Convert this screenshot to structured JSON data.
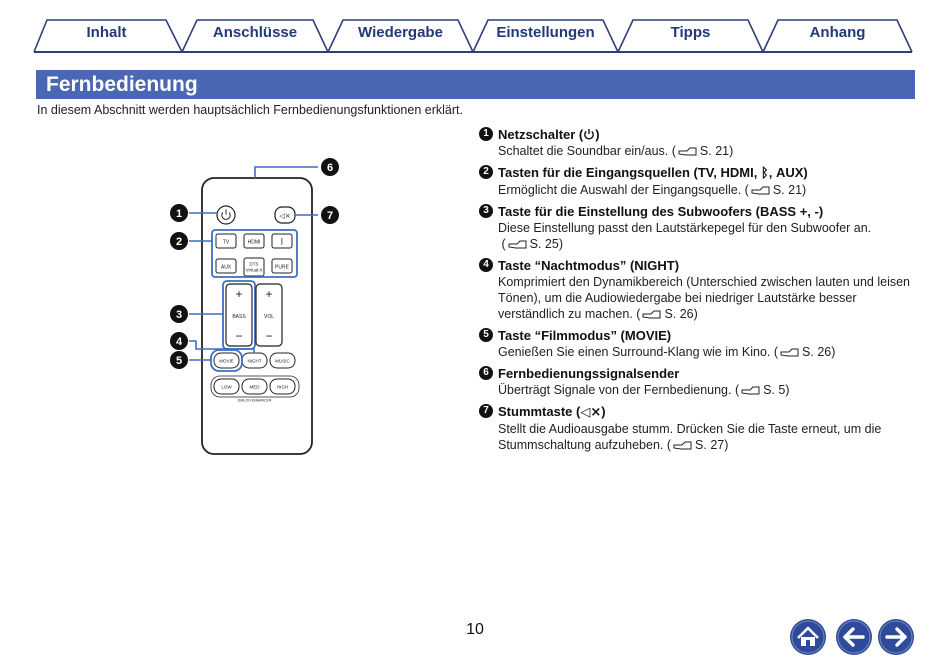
{
  "tabs": [
    {
      "label": "Inhalt"
    },
    {
      "label": "Anschlüsse"
    },
    {
      "label": "Wiedergabe"
    },
    {
      "label": "Einstellungen"
    },
    {
      "label": "Tipps"
    },
    {
      "label": "Anhang"
    }
  ],
  "section": {
    "title": "Fernbedienung",
    "intro": "In diesem Abschnitt werden hauptsächlich Fernbedienungsfunktionen erklärt."
  },
  "items": [
    {
      "num": "1",
      "title_prefix": "Netzschalter (",
      "title_suffix": ")",
      "line1": "Schaltet die Soundbar ein/aus.",
      "line2": "",
      "ref": "S. 21"
    },
    {
      "num": "2",
      "title_prefix": "Tasten für die Eingangsquellen (TV, HDMI, ",
      "title_suffix": ", AUX)",
      "line1": "Ermöglicht die Auswahl der Eingangsquelle.",
      "line2": "",
      "ref": "S. 21"
    },
    {
      "num": "3",
      "title_prefix": "Taste für die Einstellung des Subwoofers (BASS +, -)",
      "title_suffix": "",
      "line1": "Diese Einstellung passt den Lautstärkepegel für den Subwoofer an.",
      "line2": "",
      "ref": "S. 25"
    },
    {
      "num": "4",
      "title_prefix": "Taste “Nachtmodus” (NIGHT)",
      "title_suffix": "",
      "line1": "Komprimiert den Dynamikbereich (Unterschied zwischen lauten und leisen Tönen), um die Audiowiedergabe bei niedriger Lautstärke besser verständlich zu machen.",
      "line2": "",
      "ref": "S. 26"
    },
    {
      "num": "5",
      "title_prefix": "Taste “Filmmodus” (MOVIE)",
      "title_suffix": "",
      "line1": "Genießen Sie einen Surround-Klang wie im Kino.",
      "line2": "",
      "ref": "S. 26"
    },
    {
      "num": "6",
      "title_prefix": "Fernbedienungssignalsender",
      "title_suffix": "",
      "line1": "Überträgt Signale von der Fernbedienung.",
      "line2": "",
      "ref": "S. 5"
    },
    {
      "num": "7",
      "title_prefix": "Stummtaste (",
      "title_suffix": ")",
      "line1": "Stellt die Audioausgabe stumm. Drücken Sie die Taste erneut, um die Stummschaltung aufzuheben.",
      "line2": "",
      "ref": "S. 27"
    }
  ],
  "remote": {
    "callouts": [
      "1",
      "2",
      "3",
      "4",
      "5",
      "6",
      "7"
    ],
    "buttons": {
      "tv": "TV",
      "hdmi": "HDMI",
      "aux": "AUX",
      "dts_line1": "DTS",
      "dts_line2": "Virtual:X",
      "pure": "PURE",
      "plus": "+",
      "minus": "−",
      "bass": "BASS",
      "vol": "VOL",
      "movie": "MOVIE",
      "night": "NIGHT",
      "music": "MUSIC",
      "low": "LOW",
      "med": "MED",
      "high": "HIGH",
      "dialog": "DIALOG ENHANCER"
    }
  },
  "footer": {
    "page_number": "10",
    "icons": [
      "home-icon",
      "back-arrow-icon",
      "forward-arrow-icon"
    ]
  },
  "colors": {
    "accent": "#4a67b3",
    "tab_text": "#203a7a",
    "callout_outline": "#3d6fc4",
    "nav_button": "#2e4b9b"
  }
}
